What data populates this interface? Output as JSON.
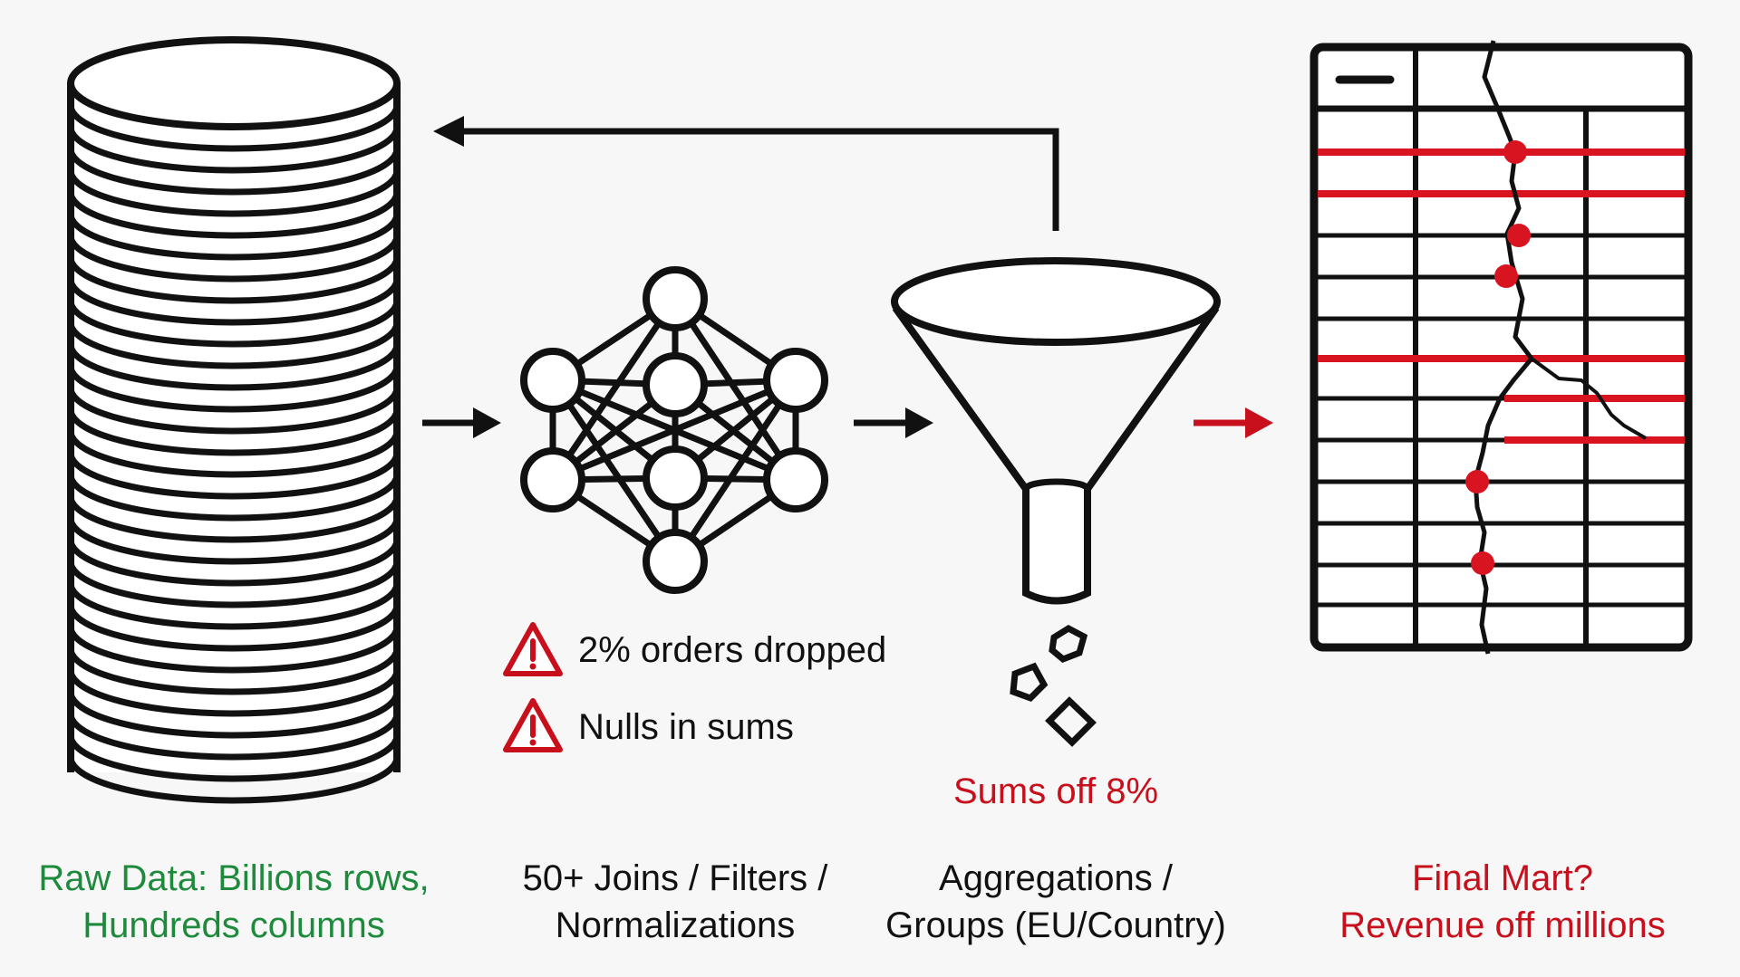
{
  "colors": {
    "ink": "#111111",
    "green": "#1e8a3c",
    "red": "#c8101d",
    "dot_red": "#d81420",
    "background": "#f7f7f7"
  },
  "stages": [
    {
      "line1": "Raw Data: Billions rows,",
      "line2": "Hundreds columns",
      "color": "green",
      "icon": "database-icon"
    },
    {
      "line1": "50+ Joins / Filters /",
      "line2": "Normalizations",
      "color": "ink",
      "icon": "network-graph-icon"
    },
    {
      "line1": "Aggregations /",
      "line2": "Groups (EU/Country)",
      "color": "ink",
      "icon": "funnel-icon"
    },
    {
      "line1": "Final Mart?",
      "line2": "Revenue off millions",
      "color": "red",
      "icon": "cracked-table-icon"
    }
  ],
  "warnings": [
    {
      "text": "2% orders dropped",
      "icon": "warning-triangle-icon"
    },
    {
      "text": "Nulls in sums",
      "icon": "warning-triangle-icon"
    }
  ],
  "funnel_note": "Sums off 8%"
}
